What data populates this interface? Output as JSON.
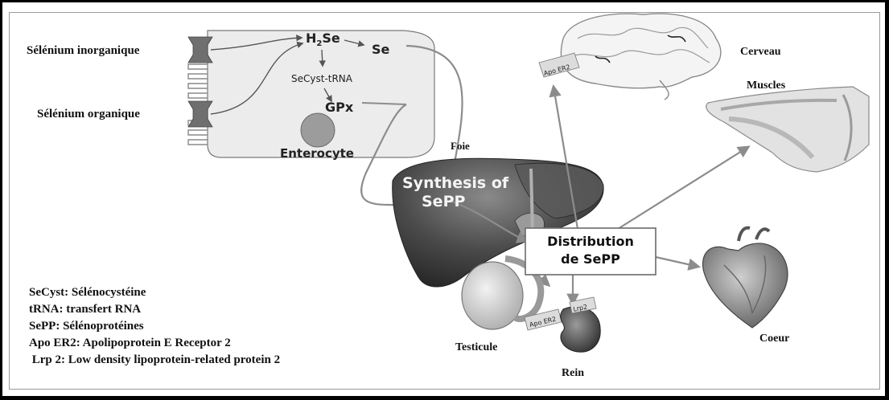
{
  "enterocyte_panel": {
    "inorganic_label": "Sélénium inorganique",
    "organic_label": "Sélénium organique",
    "h2se": "H",
    "h2se_sub": "2",
    "h2se_tail": "Se",
    "se": "Se",
    "secyst_trna": "SeCyst-tRNA",
    "gpx": "GPx",
    "cell_label": "Enterocyte"
  },
  "liver": {
    "organ_label": "Foie",
    "synthesis_line1": "Synthesis of",
    "synthesis_line2": "SePP"
  },
  "distribution": {
    "line1": "Distribution",
    "line2": "de SePP"
  },
  "targets": {
    "brain": "Cerveau",
    "brain_receptor": "Apo ER2",
    "muscles": "Muscles",
    "heart": "Coeur",
    "kidney": "Rein",
    "kidney_receptor": "Lrp2",
    "testis": "Testicule",
    "testis_receptor": "Apo ER2"
  },
  "legend": [
    "SeCyst: Sélénocystéine",
    "tRNA: transfert RNA",
    "SePP: Sélénoprotéines",
    "Apo ER2: Apolipoprotein E Receptor 2",
    " Lrp 2: Low density lipoprotein-related protein 2"
  ],
  "colors": {
    "arrow": "#8c8c8c",
    "liver_dark": "#333333",
    "liver_light": "#6a6a6a",
    "cell_fill": "#ececec",
    "channel": "#6f6f6f"
  }
}
